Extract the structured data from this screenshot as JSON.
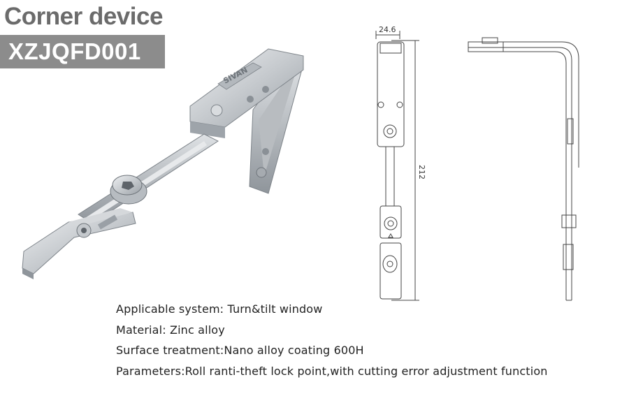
{
  "header": {
    "title": "Corner device",
    "model": "XZJQFD001"
  },
  "product_photo": {
    "logo_text": "SIVAN"
  },
  "front_drawing": {
    "width_label": "24.6",
    "height_label": "212"
  },
  "specs": [
    "Applicable system: Turn&tilt window",
    "Material: Zinc alloy",
    "Surface treatment:Nano alloy coating 600H",
    "Parameters:Roll ranti-theft lock point,with cutting error adjustment function"
  ],
  "colors": {
    "title_text": "#6b6b6b",
    "badge_bg": "#8c8c8c",
    "metal": "#c9cdd1",
    "line": "#444444"
  }
}
